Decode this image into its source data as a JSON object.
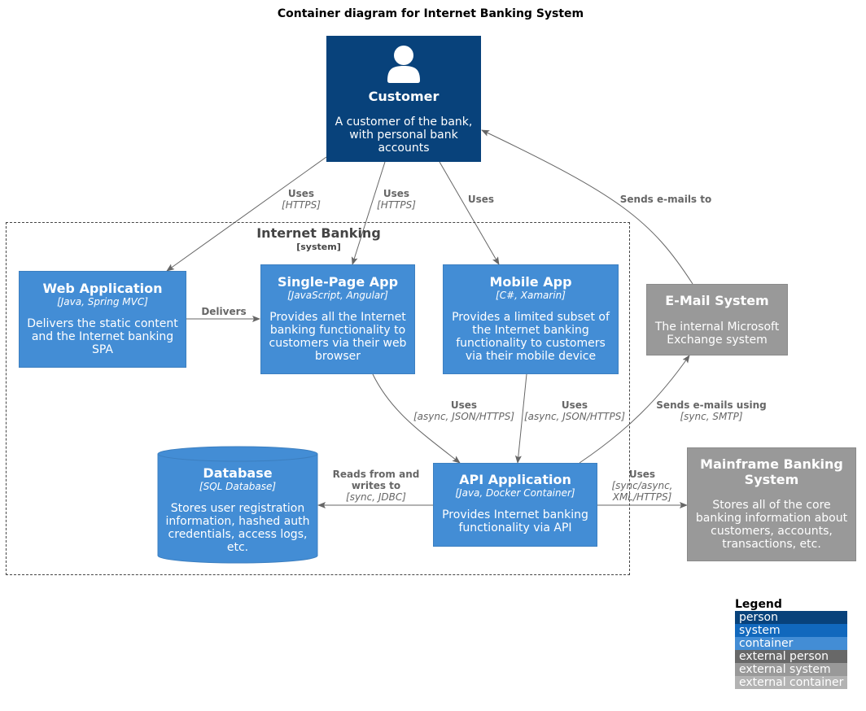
{
  "title": "Container diagram for Internet Banking System",
  "boundary": {
    "label": "Internet Banking",
    "type": "[system]"
  },
  "nodes": {
    "customer": {
      "name": "Customer",
      "description": "A customer of the bank, with personal bank accounts"
    },
    "web_app": {
      "name": "Web Application",
      "tech": "[Java, Spring MVC]",
      "description": "Delivers the static content and the Internet banking SPA"
    },
    "spa": {
      "name": "Single-Page App",
      "tech": "[JavaScript, Angular]",
      "description": "Provides all the Internet banking functionality to customers via their web browser"
    },
    "mobile": {
      "name": "Mobile App",
      "tech": "[C#, Xamarin]",
      "description": "Provides a limited subset of the Internet banking functionality to customers via their mobile device"
    },
    "email": {
      "name": "E-Mail System",
      "description": "The internal Microsoft Exchange system"
    },
    "database": {
      "name": "Database",
      "tech": "[SQL Database]",
      "description": "Stores user registration information, hashed auth credentials, access logs, etc."
    },
    "api": {
      "name": "API Application",
      "tech": "[Java, Docker Container]",
      "description": "Provides Internet banking functionality via API"
    },
    "mainframe": {
      "name": "Mainframe Banking System",
      "description": "Stores all of the core banking information about customers, accounts, transactions, etc."
    }
  },
  "edges": {
    "cust_web": {
      "label": "Uses",
      "tech": "[HTTPS]"
    },
    "cust_spa": {
      "label": "Uses",
      "tech": "[HTTPS]"
    },
    "cust_mobile": {
      "label": "Uses"
    },
    "email_cust": {
      "label": "Sends e-mails to"
    },
    "web_spa": {
      "label": "Delivers"
    },
    "spa_api": {
      "label": "Uses",
      "tech": "[async, JSON/HTTPS]"
    },
    "mobile_api": {
      "label": "Uses",
      "tech": "[async, JSON/HTTPS]"
    },
    "api_email": {
      "label": "Sends e-mails using",
      "tech": "[sync, SMTP]"
    },
    "api_db": {
      "label": "Reads from and writes to",
      "tech": "[sync, JDBC]"
    },
    "api_mainframe": {
      "label": "Uses",
      "tech": "[sync/async, XML/HTTPS]"
    }
  },
  "legend": {
    "title": "Legend",
    "items": [
      {
        "label": "person",
        "color": "#08427b"
      },
      {
        "label": "system",
        "color": "#1168bd"
      },
      {
        "label": "container",
        "color": "#438dd5"
      },
      {
        "label": "external person",
        "color": "#686868"
      },
      {
        "label": "external system",
        "color": "#999999"
      },
      {
        "label": "external container",
        "color": "#b3b3b3"
      }
    ]
  }
}
